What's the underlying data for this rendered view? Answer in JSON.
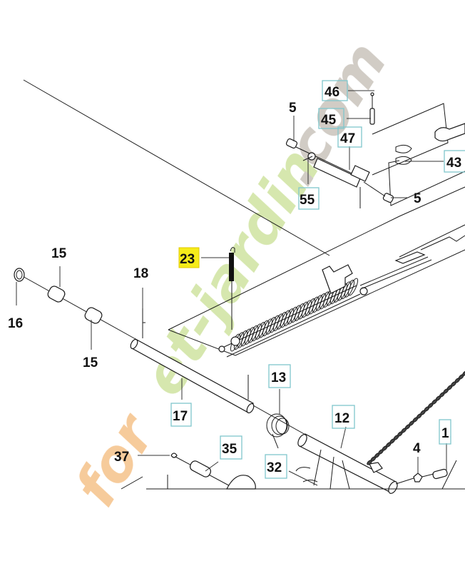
{
  "diagram": {
    "title": "",
    "watermark": {
      "text_orange": "for",
      "text_green": "et-jardin",
      "text_gray": ".com",
      "colors": {
        "orange": "#f5c28a",
        "green": "#cfe3a0",
        "gray": "#c9c3bb"
      }
    },
    "highlight_color": "#f6ec1a",
    "box_color": "#7fc7cc",
    "callouts": [
      {
        "id": "c46",
        "label": "46",
        "boxed": true,
        "highlight": false
      },
      {
        "id": "c5a",
        "label": "5",
        "boxed": false,
        "highlight": false
      },
      {
        "id": "c45",
        "label": "45",
        "boxed": true,
        "highlight": false
      },
      {
        "id": "c47",
        "label": "47",
        "boxed": true,
        "highlight": false
      },
      {
        "id": "c43",
        "label": "43",
        "boxed": true,
        "highlight": false
      },
      {
        "id": "c55",
        "label": "55",
        "boxed": true,
        "highlight": false
      },
      {
        "id": "c5b",
        "label": "5",
        "boxed": false,
        "highlight": false
      },
      {
        "id": "c23",
        "label": "23",
        "boxed": false,
        "highlight": true
      },
      {
        "id": "c15a",
        "label": "15",
        "boxed": false,
        "highlight": false
      },
      {
        "id": "c18",
        "label": "18",
        "boxed": false,
        "highlight": false
      },
      {
        "id": "c16",
        "label": "16",
        "boxed": false,
        "highlight": false
      },
      {
        "id": "c15b",
        "label": "15",
        "boxed": false,
        "highlight": false
      },
      {
        "id": "c13",
        "label": "13",
        "boxed": true,
        "highlight": false
      },
      {
        "id": "c17",
        "label": "17",
        "boxed": true,
        "highlight": false
      },
      {
        "id": "c12",
        "label": "12",
        "boxed": true,
        "highlight": false
      },
      {
        "id": "c1",
        "label": "1",
        "boxed": true,
        "highlight": false
      },
      {
        "id": "c4",
        "label": "4",
        "boxed": false,
        "highlight": false
      },
      {
        "id": "c35",
        "label": "35",
        "boxed": true,
        "highlight": false
      },
      {
        "id": "c37",
        "label": "37",
        "boxed": false,
        "highlight": false
      },
      {
        "id": "c32",
        "label": "32",
        "boxed": true,
        "highlight": false
      }
    ]
  }
}
